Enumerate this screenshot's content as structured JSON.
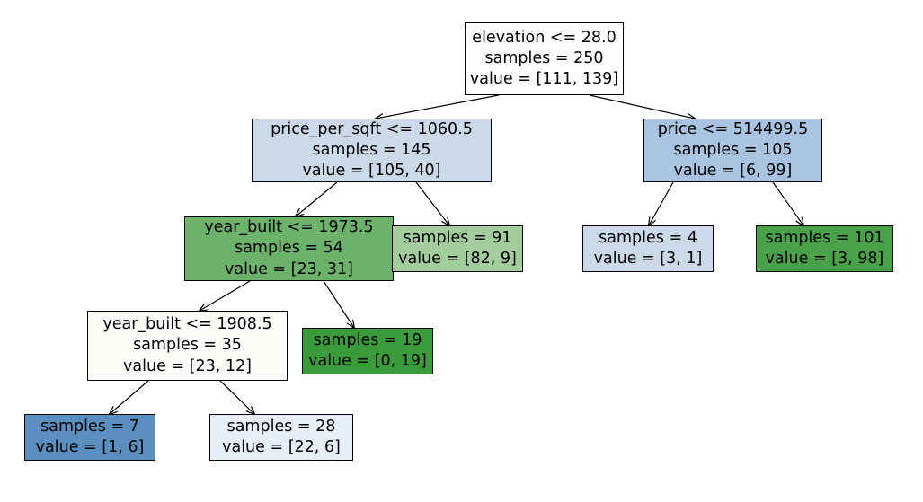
{
  "diagram": {
    "type": "decision-tree",
    "title": "",
    "background": "#ffffff",
    "edge_color": "#000000",
    "border_color": "#000000",
    "text_color": "#000000"
  },
  "chart_data": {
    "type": "table",
    "title": "",
    "description": "Binary classification decision tree with 11 nodes over features elevation, price_per_sqft, price and year_built.",
    "class_count": 2,
    "root_samples": 250,
    "root_value": [
      111,
      139
    ],
    "nodes": [
      {
        "id": "n0",
        "condition": "elevation <= 28.0",
        "samples_label": "samples = 250",
        "value_label": "value = [111, 139]",
        "samples": 250,
        "value": [
          111,
          139
        ],
        "fill": "#fdfefb",
        "leaf": false
      },
      {
        "id": "n1",
        "condition": "price_per_sqft <= 1060.5",
        "samples_label": "samples = 145",
        "value_label": "value = [105, 40]",
        "samples": 145,
        "value": [
          105,
          40
        ],
        "fill": "#ccd9e9",
        "leaf": false
      },
      {
        "id": "n2",
        "condition": "price <= 514499.5",
        "samples_label": "samples = 105",
        "value_label": "value = [6, 99]",
        "samples": 105,
        "value": [
          6,
          99
        ],
        "fill": "#a9c4e0",
        "leaf": false
      },
      {
        "id": "n3",
        "condition": "year_built <= 1973.5",
        "samples_label": "samples = 54",
        "value_label": "value = [23, 31]",
        "samples": 54,
        "value": [
          23,
          31
        ],
        "fill": "#6cb26a",
        "leaf": false
      },
      {
        "id": "n4",
        "condition": "",
        "samples_label": "samples = 91",
        "value_label": "value = [82, 9]",
        "samples": 91,
        "value": [
          82,
          9
        ],
        "fill": "#a3cd9d",
        "leaf": true
      },
      {
        "id": "n5",
        "condition": "",
        "samples_label": "samples = 4",
        "value_label": "value = [3, 1]",
        "samples": 4,
        "value": [
          3,
          1
        ],
        "fill": "#ccd9e9",
        "leaf": true
      },
      {
        "id": "n6",
        "condition": "",
        "samples_label": "samples = 101",
        "value_label": "value = [3, 98]",
        "samples": 101,
        "value": [
          3,
          98
        ],
        "fill": "#49a149",
        "leaf": true
      },
      {
        "id": "n7",
        "condition": "year_built <= 1908.5",
        "samples_label": "samples = 35",
        "value_label": "value = [23, 12]",
        "samples": 35,
        "value": [
          23,
          12
        ],
        "fill": "#fbfdf8",
        "leaf": false
      },
      {
        "id": "n8",
        "condition": "",
        "samples_label": "samples = 19",
        "value_label": "value = [0, 19]",
        "samples": 19,
        "value": [
          0,
          19
        ],
        "fill": "#399b39",
        "leaf": true
      },
      {
        "id": "n9",
        "condition": "",
        "samples_label": "samples = 7",
        "value_label": "value = [1, 6]",
        "samples": 7,
        "value": [
          1,
          6
        ],
        "fill": "#5b8fc0",
        "leaf": true
      },
      {
        "id": "n10",
        "condition": "",
        "samples_label": "samples = 28",
        "value_label": "value = [22, 6]",
        "samples": 28,
        "value": [
          22,
          6
        ],
        "fill": "#e7eef7",
        "leaf": true
      }
    ],
    "edges": [
      {
        "from": "n0",
        "to": "n1",
        "branch": "true"
      },
      {
        "from": "n0",
        "to": "n2",
        "branch": "false"
      },
      {
        "from": "n1",
        "to": "n3",
        "branch": "true"
      },
      {
        "from": "n1",
        "to": "n4",
        "branch": "false"
      },
      {
        "from": "n2",
        "to": "n5",
        "branch": "true"
      },
      {
        "from": "n2",
        "to": "n6",
        "branch": "false"
      },
      {
        "from": "n3",
        "to": "n7",
        "branch": "true"
      },
      {
        "from": "n3",
        "to": "n8",
        "branch": "false"
      },
      {
        "from": "n7",
        "to": "n9",
        "branch": "true"
      },
      {
        "from": "n7",
        "to": "n10",
        "branch": "false"
      }
    ]
  }
}
